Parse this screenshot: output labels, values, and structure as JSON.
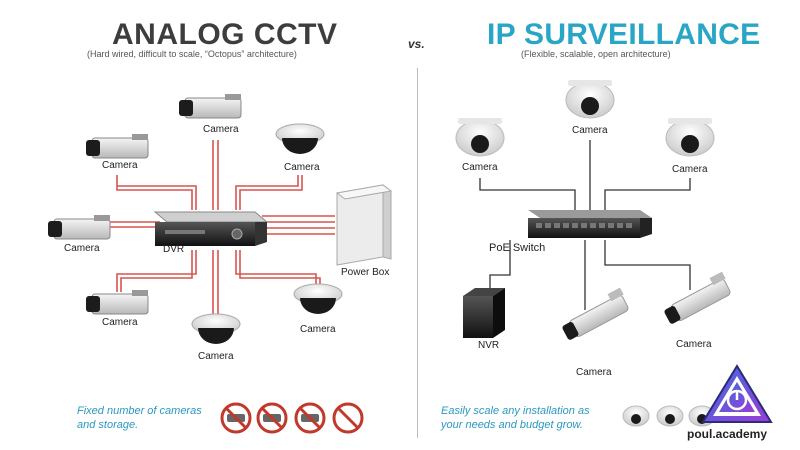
{
  "left": {
    "title": "ANALOG CCTV",
    "subtitle": "(Hard wired, difficult to scale, “Octopus” architecture)",
    "labels": {
      "cam_top": "Camera",
      "cam_upper_left": "Camera",
      "cam_dome_right": "Camera",
      "cam_mid_left": "Camera",
      "dvr": "DVR",
      "power_box": "Power Box",
      "cam_lower_left": "Camera",
      "cam_dome_bottom": "Camera",
      "cam_dome_lower_right": "Camera"
    },
    "footer": [
      "Fixed number of cameras",
      "and storage."
    ]
  },
  "vs": "vs.",
  "right": {
    "title": "IP SURVEILLANCE",
    "subtitle": "(Flexible, scalable, open architecture)",
    "labels": {
      "cam_top": "Camera",
      "cam_left": "Camera",
      "cam_right": "Camera",
      "switch": "PoE Switch",
      "nvr": "NVR",
      "cam_bottom_mid": "Camera",
      "cam_bottom_right": "Camera"
    },
    "footer": [
      "Easily scale any installation as",
      "your needs and budget grow."
    ]
  },
  "brand": "poul.academy",
  "colors": {
    "analog_title": "#3d3d3d",
    "ip_title": "#29a6c6",
    "analog_wire": "#d9534f",
    "ip_wire": "#333333",
    "footer_text": "#2a98c0",
    "prohibit": "#c0392b"
  }
}
